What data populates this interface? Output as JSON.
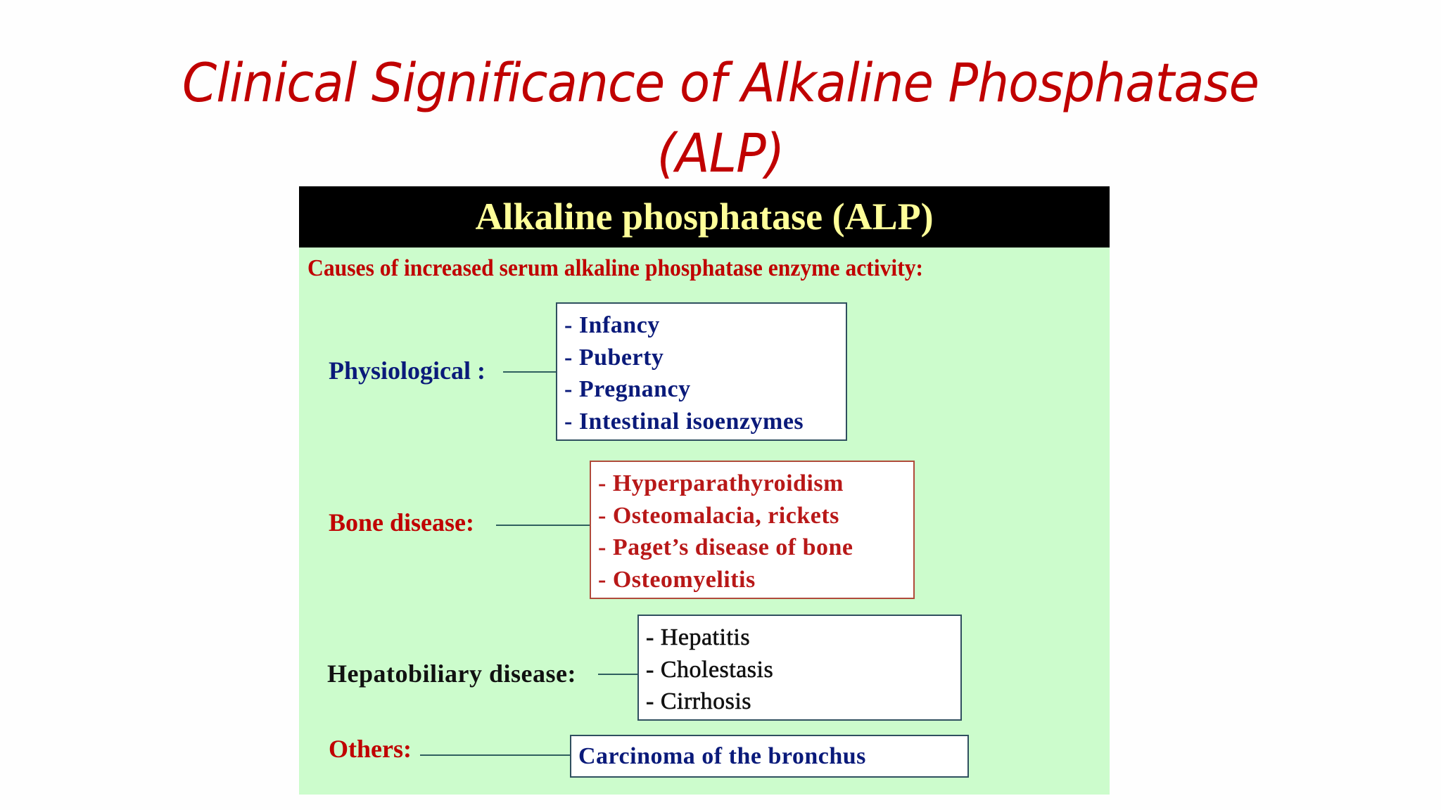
{
  "slide": {
    "title_line1": "Clinical Significance of Alkaline Phosphatase",
    "title_line2": "(ALP)"
  },
  "panel": {
    "header": "Alkaline phosphatase (ALP)",
    "subtitle": "Causes of increased serum alkaline phosphatase enzyme activity:",
    "colors": {
      "background": "#ccfccc",
      "header_bg": "#000000",
      "header_text": "#ffff99",
      "red": "#c00000",
      "navy": "#0a1a7a",
      "black": "#111111"
    },
    "categories": [
      {
        "label": "Physiological :",
        "items": [
          "- Infancy",
          "- Puberty",
          "- Pregnancy",
          "- Intestinal isoenzymes"
        ]
      },
      {
        "label": "Bone disease:",
        "items": [
          "- Hyperparathyroidism",
          "- Osteomalacia, rickets",
          "- Paget’s disease of bone",
          "- Osteomyelitis"
        ]
      },
      {
        "label": "Hepatobiliary disease:",
        "items": [
          "- Hepatitis",
          "- Cholestasis",
          "- Cirrhosis"
        ]
      },
      {
        "label": "Others:",
        "items": [
          "Carcinoma of the bronchus"
        ]
      }
    ]
  }
}
